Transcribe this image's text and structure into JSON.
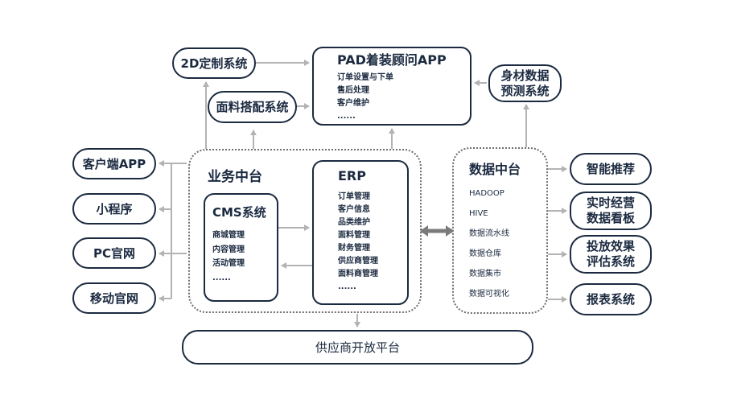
{
  "top": {
    "system_2d": "2D定制系统",
    "fabric": "面料搭配系统",
    "pad_app": {
      "title": "PAD着装顾问APP",
      "items": [
        "订单设置与下单",
        "售后处理",
        "客户维护",
        "......"
      ]
    },
    "body_data": [
      "身材数据",
      "预测系统"
    ]
  },
  "left_channels": [
    "客户端APP",
    "小程序",
    "PC官网",
    "移动官网"
  ],
  "business_center": {
    "title": "业务中台",
    "cms": {
      "title": "CMS系统",
      "items": [
        "商城管理",
        "内容管理",
        "活动管理",
        "......"
      ]
    },
    "erp": {
      "title": "ERP",
      "items": [
        "订单管理",
        "客户信息",
        "品类维护",
        "面料管理",
        "财务管理",
        "供应商管理",
        "面料商管理",
        "......"
      ]
    }
  },
  "data_center": {
    "title": "数据中台",
    "items": [
      "HADOOP",
      "HIVE",
      "数据流水线",
      "数据仓库",
      "数据集市",
      "数据可视化"
    ]
  },
  "right_outputs": {
    "recommend": "智能推荐",
    "dashboard": [
      "实时经营",
      "数据看板"
    ],
    "ad_eval": [
      "投放效果",
      "评估系统"
    ],
    "report": "报表系统"
  },
  "bottom": {
    "supplier": "供应商开放平台"
  },
  "colors": {
    "node_border": "#1b2a40",
    "arrow": "#b3b3b3",
    "double_arrow": "#7b7b7b",
    "group_border": "#6f6f6f"
  }
}
